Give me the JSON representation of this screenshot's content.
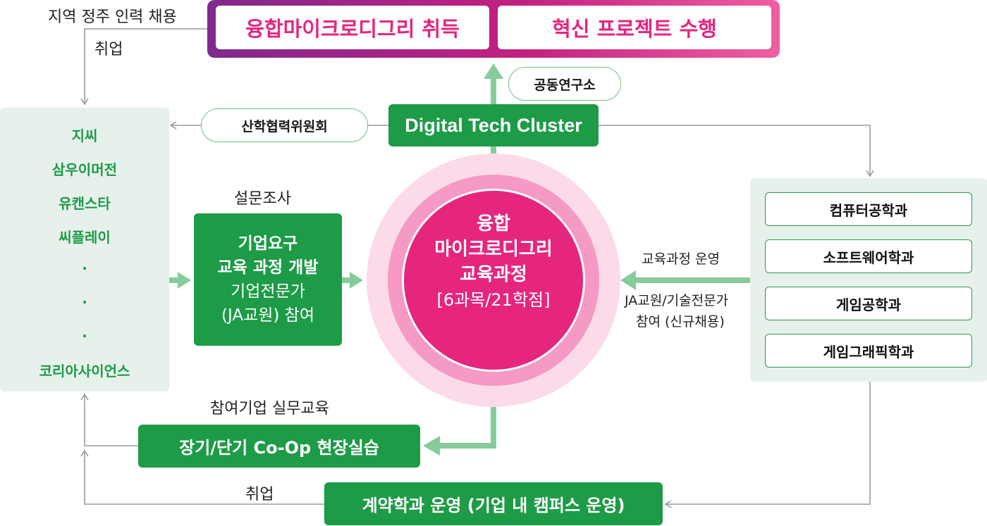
{
  "top": {
    "left_label": "융합마이크로디그리 취득",
    "right_label": "혁신 프로젝트 수행"
  },
  "labels": {
    "hire_local": "지역 정주 인력 채용",
    "hire_local_2": "취업",
    "survey": "설문조사",
    "practice": "참여기업 실무교육",
    "curriculum_op": "교육과정 운영",
    "ja_faculty": "JA교원/기술전문가",
    "ja_faculty_2": "참여 (신규채용)",
    "hire_bottom": "취업"
  },
  "pills": {
    "joint_lab": "공동연구소",
    "industry_council": "산학협력위원회"
  },
  "cluster": "Digital Tech Cluster",
  "companies": [
    "지씨",
    "삼우이머전",
    "유캔스타",
    "씨플레이",
    "·",
    "·",
    "·",
    "코리아사이언스"
  ],
  "center": {
    "line1": "융합",
    "line2": "마이크로디그리",
    "line3": "교육과정",
    "line4": "[6과목/21학점]"
  },
  "demand_box": {
    "line1": "기업요구",
    "line2": "교육 과정 개발",
    "line3": "기업전문가",
    "line4": "(JA교원) 참여"
  },
  "departments": [
    "컴퓨터공학과",
    "소프트웨어학과",
    "게임공학과",
    "게임그래픽학과"
  ],
  "coop": "장기/단기 Co-Op 현장실습",
  "contract": "계약학과 운영 (기업 내 캠퍼스 운영)",
  "colors": {
    "green": "#1d9b47",
    "light_green": "#86cc9b",
    "pink": "#e6257f",
    "panel": "#e7f1ec",
    "line_gray": "#9a9a9a"
  }
}
